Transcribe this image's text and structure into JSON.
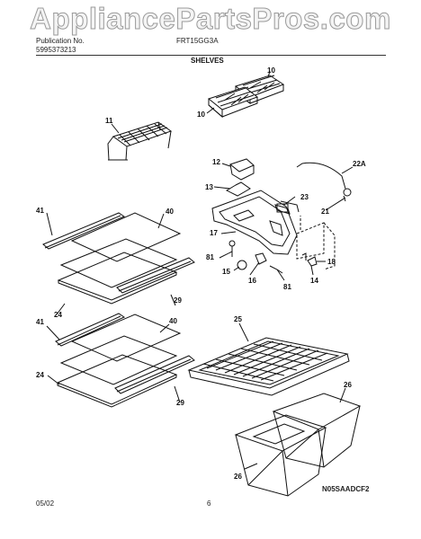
{
  "watermark": "AppliancePartsPros.com",
  "header": {
    "publication_label": "Publication No.",
    "publication_no": "5995373213",
    "model": "FRT15GG3A",
    "section": "SHELVES"
  },
  "callouts": [
    "10",
    "10",
    "11",
    "12",
    "13",
    "22A",
    "23",
    "21",
    "17",
    "81",
    "15",
    "16",
    "81",
    "18",
    "14",
    "41",
    "40",
    "29",
    "24",
    "41",
    "40",
    "24",
    "29",
    "25",
    "26",
    "26"
  ],
  "footer": {
    "date": "05/02",
    "page": "6",
    "code": "N05SAADCF2"
  }
}
